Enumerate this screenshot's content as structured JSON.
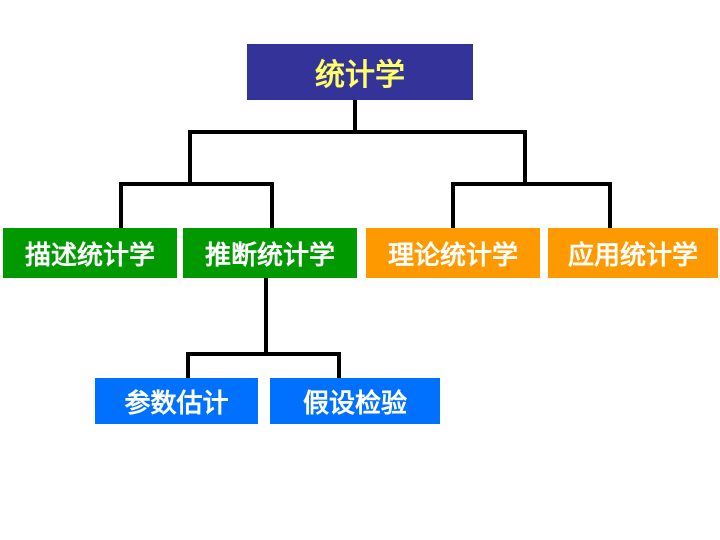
{
  "diagram": {
    "root": {
      "label": "统计学",
      "fill": "#333399",
      "text_color": "#ffff66"
    },
    "level1": [
      {
        "label": "描述统计学",
        "fill": "#009900",
        "text_color": "#ffffff"
      },
      {
        "label": "推断统计学",
        "fill": "#009900",
        "text_color": "#ffffff"
      },
      {
        "label": "理论统计学",
        "fill": "#ff9900",
        "text_color": "#ffffff"
      },
      {
        "label": "应用统计学",
        "fill": "#ff9900",
        "text_color": "#ffffff"
      }
    ],
    "level2": [
      {
        "label": "参数估计",
        "fill": "#0070ff",
        "text_color": "#ffffff"
      },
      {
        "label": "假设检验",
        "fill": "#0070ff",
        "text_color": "#ffffff"
      }
    ],
    "connector_color": "#000000"
  }
}
